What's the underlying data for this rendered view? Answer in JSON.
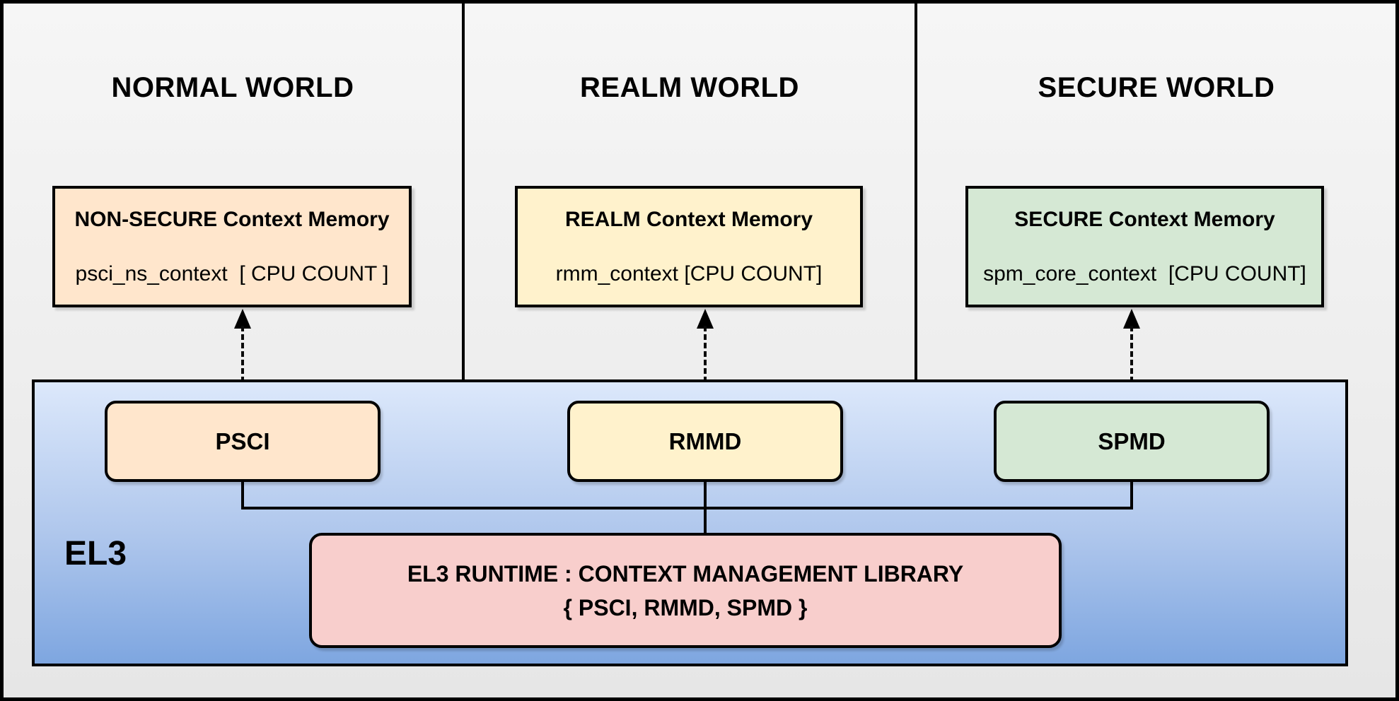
{
  "diagram": {
    "title_implicit": "EL3 context management across security worlds",
    "worlds": [
      {
        "title": "NORMAL WORLD",
        "memory_box": {
          "title": "NON-SECURE Context Memory",
          "subtitle": "psci_ns_context  [ CPU COUNT ]",
          "fill": "#FFE6CC"
        },
        "component": {
          "label": "PSCI",
          "fill": "#FFE6CC"
        }
      },
      {
        "title": "REALM WORLD",
        "memory_box": {
          "title": "REALM Context Memory",
          "subtitle": "rmm_context [CPU COUNT]",
          "fill": "#FFF2CC"
        },
        "component": {
          "label": "RMMD",
          "fill": "#FFF2CC"
        }
      },
      {
        "title": "SECURE WORLD",
        "memory_box": {
          "title": "SECURE Context Memory",
          "subtitle": "spm_core_context  [CPU COUNT]",
          "fill": "#D5E8D4"
        },
        "component": {
          "label": "SPMD",
          "fill": "#D5E8D4"
        }
      }
    ],
    "el3": {
      "label": "EL3",
      "fill_top": "#DCE8FB",
      "fill_bottom": "#7EA6E0",
      "runtime_box": {
        "line1": "EL3 RUNTIME : CONTEXT MANAGEMENT LIBRARY",
        "line2": "{ PSCI, RMMD, SPMD }",
        "fill": "#F8CECC"
      }
    },
    "colors": {
      "border": "#000000",
      "panel_background": "#F0F0F0"
    }
  }
}
